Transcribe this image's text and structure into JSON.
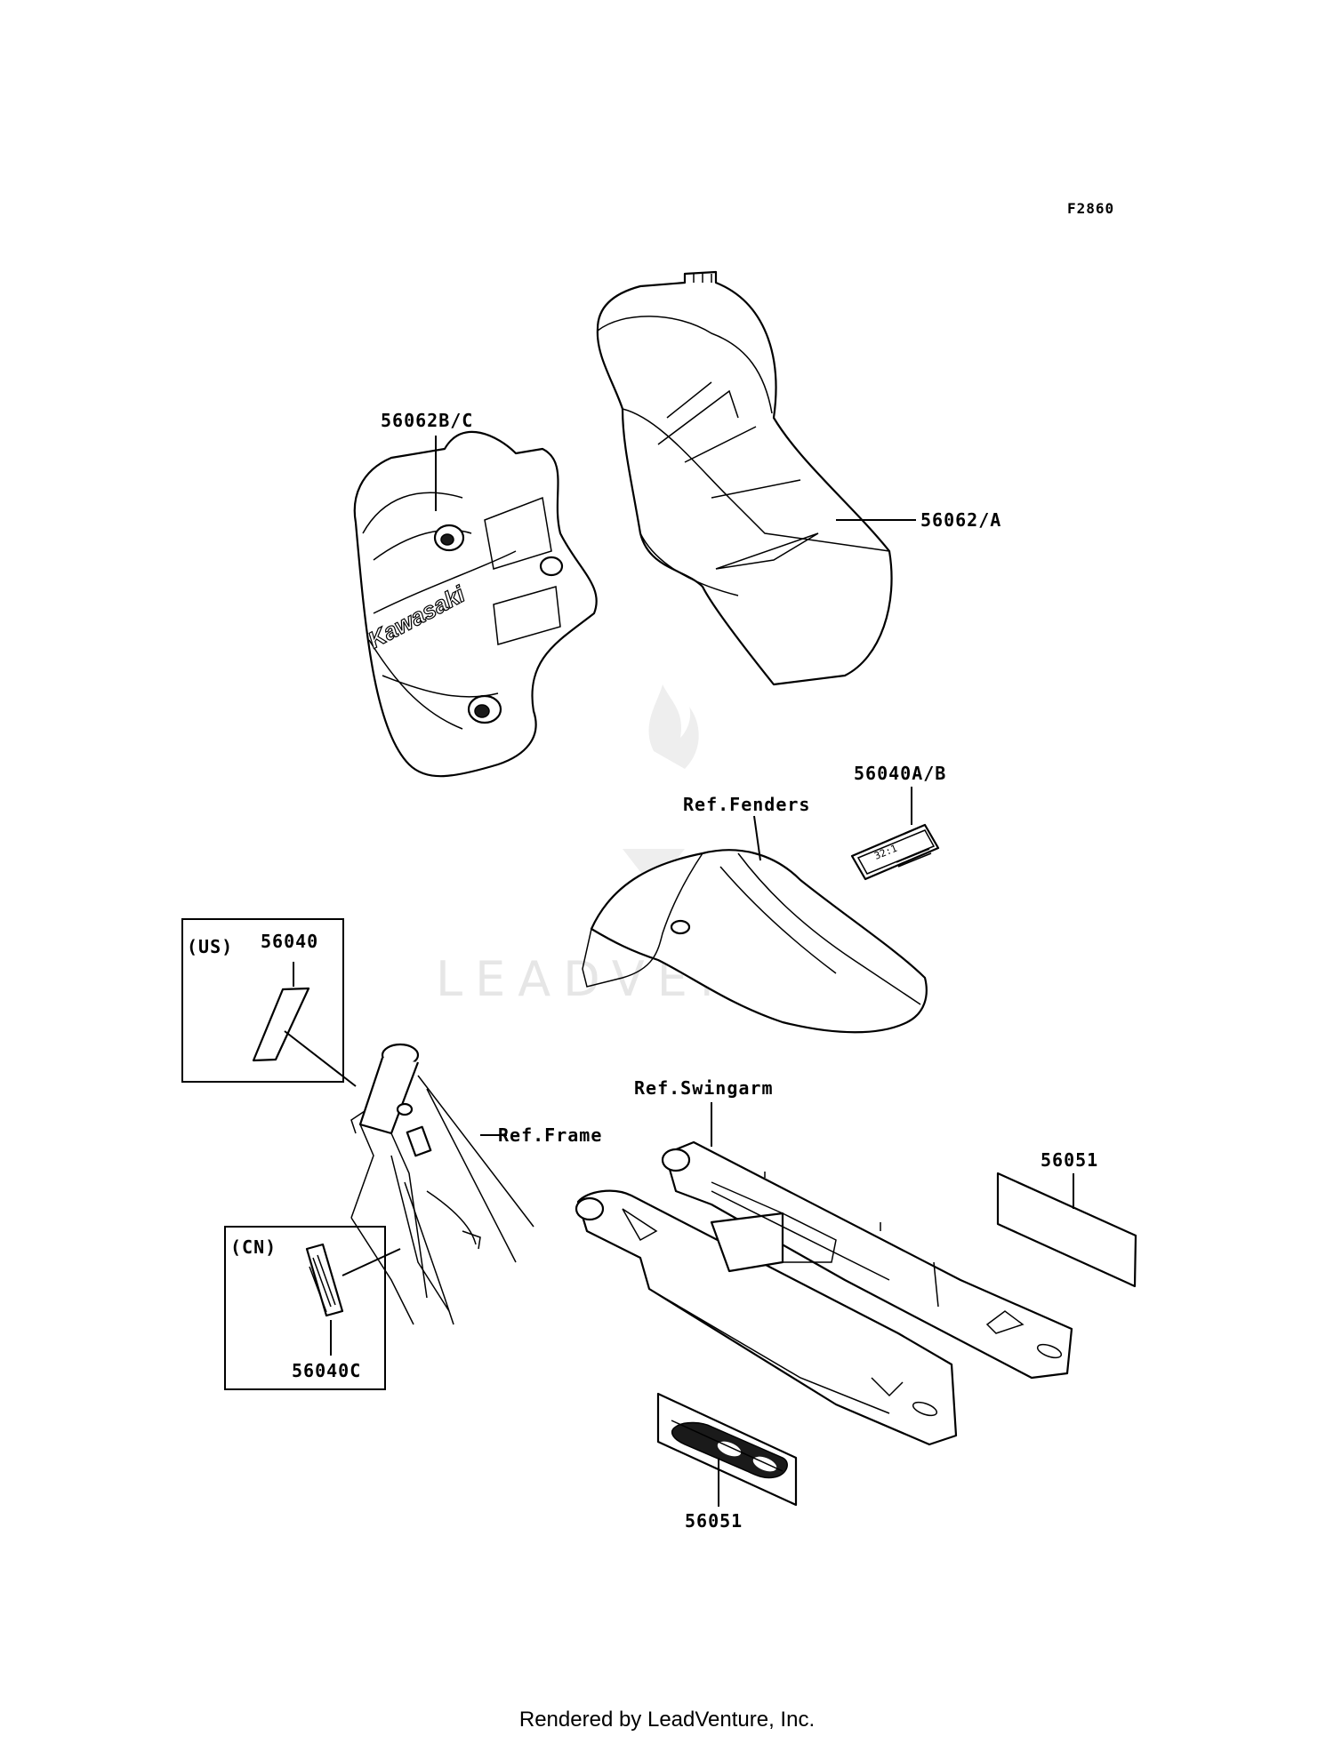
{
  "figure_id": "F2860",
  "watermark": "LEADVENTURE",
  "footer": "Rendered by LeadVenture, Inc.",
  "parts": {
    "side_cover_decal": {
      "label": "56062B/C",
      "logo": "Kawasaki"
    },
    "tank_decal": {
      "label": "56062/A"
    },
    "ratio_label": {
      "label": "56040A/B",
      "text": "32:1"
    },
    "us_label": {
      "label": "56040",
      "region": "(US)"
    },
    "cn_label": {
      "label": "56040C",
      "region": "(CN)"
    },
    "swingarm_decal": {
      "label": "56051"
    },
    "swingarm_logo_decal": {
      "label": "56051"
    }
  },
  "references": {
    "fenders": "Ref.Fenders",
    "frame": "Ref.Frame",
    "swingarm": "Ref.Swingarm"
  }
}
